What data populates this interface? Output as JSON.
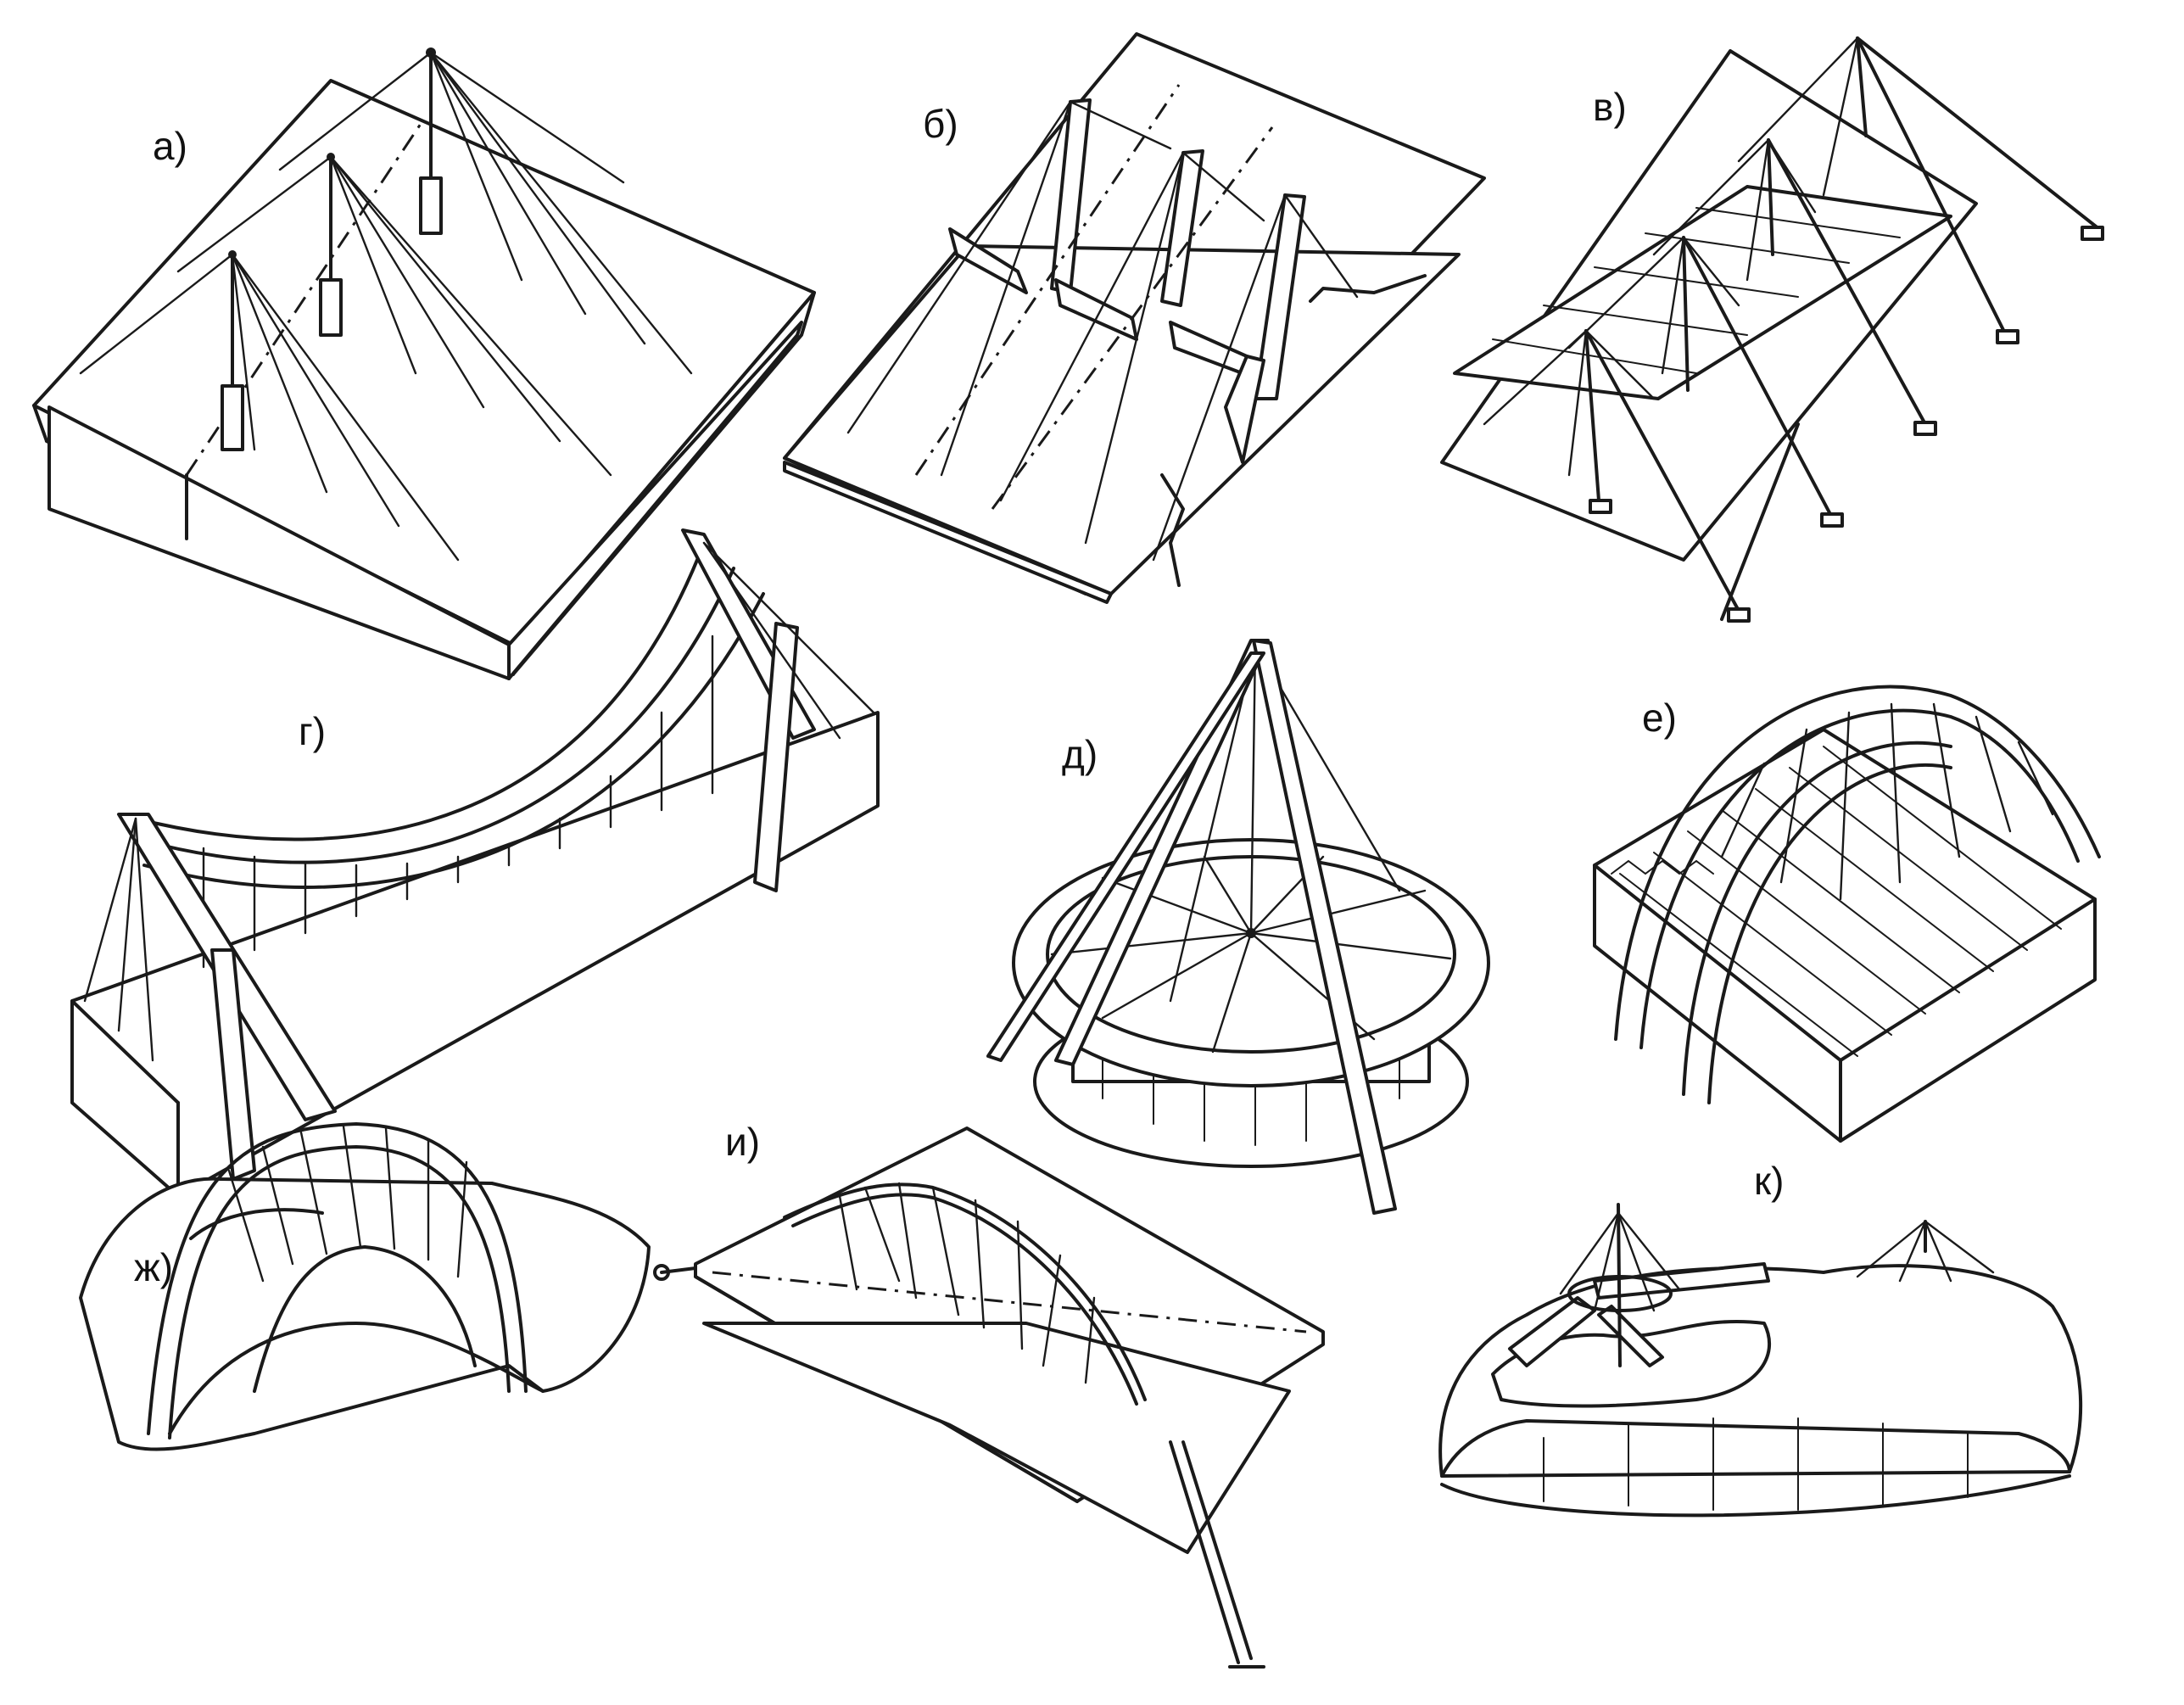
{
  "figure": {
    "panels": [
      {
        "id": "a",
        "label": "а)"
      },
      {
        "id": "b",
        "label": "б)"
      },
      {
        "id": "v",
        "label": "в)"
      },
      {
        "id": "g",
        "label": "г)"
      },
      {
        "id": "d",
        "label": "д)"
      },
      {
        "id": "e",
        "label": "е)"
      },
      {
        "id": "zh",
        "label": "ж)"
      },
      {
        "id": "i",
        "label": "и)"
      },
      {
        "id": "k",
        "label": "к)"
      }
    ]
  },
  "colors": {
    "ink": "#1a1a1a",
    "paper": "#ffffff"
  }
}
